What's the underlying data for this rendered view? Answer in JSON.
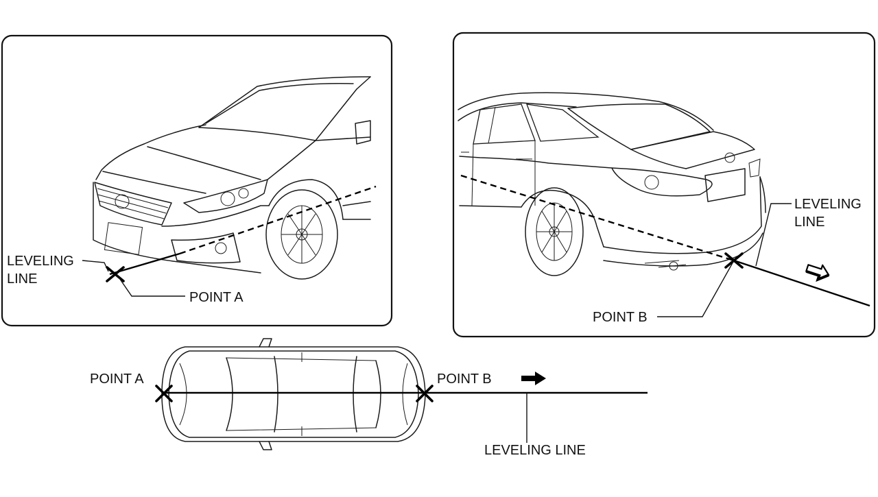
{
  "labels": {
    "front_leveling_line_1": "LEVELING",
    "front_leveling_line_2": "LINE",
    "front_point_a": "POINT A",
    "rear_leveling_line_1": "LEVELING",
    "rear_leveling_line_2": "LINE",
    "rear_point_b": "POINT B",
    "top_point_a": "POINT A",
    "top_point_b": "POINT B",
    "top_leveling_line": "LEVELING LINE"
  },
  "icons": {
    "direction_arrow": "arrow-right-icon",
    "point_marker": "x-mark-icon"
  },
  "colors": {
    "line": "#000000",
    "background": "#ffffff"
  }
}
